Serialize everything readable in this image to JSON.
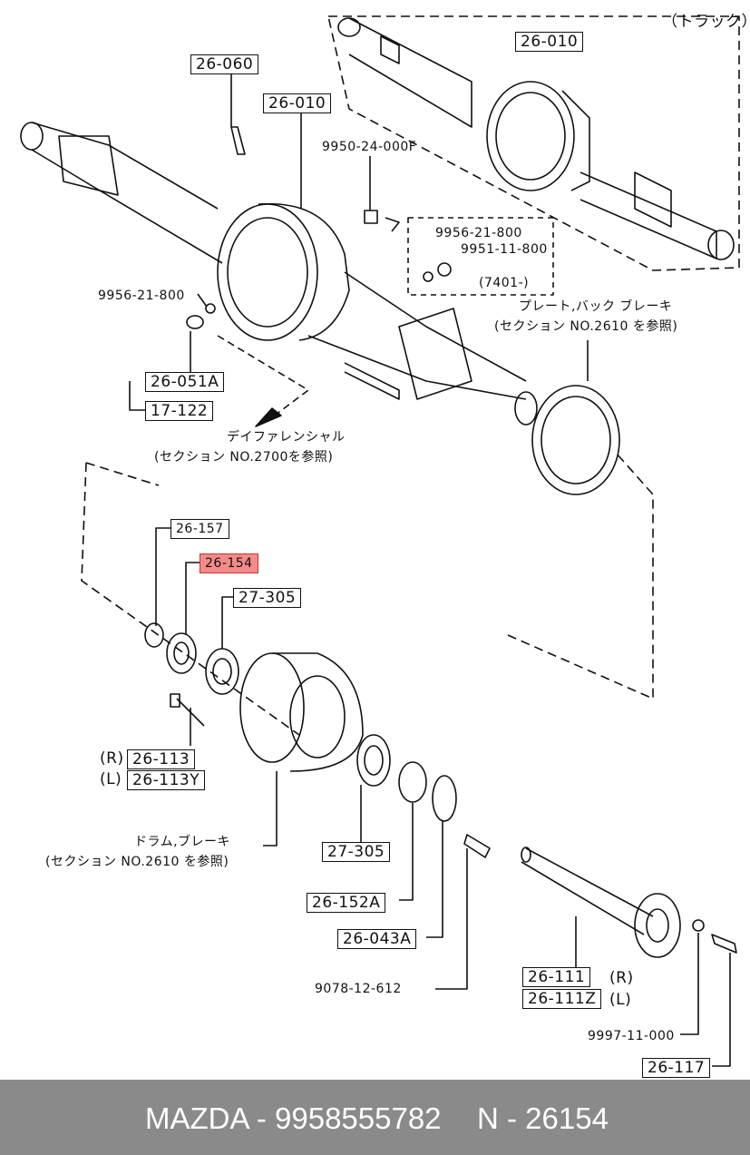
{
  "labels": {
    "truck_note": "（トラック）",
    "p26_010_top": "26-010",
    "p26_060": "26-060",
    "p26_010": "26-010",
    "p9950": "9950-24-000F",
    "p9956_a": "9956-21-800",
    "p9951": "9951-11-800",
    "p7401": "(7401-)",
    "p9956_b": "9956-21-800",
    "plate_note1": "プレート,バック ブレーキ",
    "plate_note2": "(セクション NO.2610 を参照)",
    "p26_051a": "26-051A",
    "p17_122": "17-122",
    "diff_note1": "デイファレンシャル",
    "diff_note2": "(セクション NO.2700を参照)",
    "p26_157": "26-157",
    "p26_154": "26-154",
    "p27_305_a": "27-305",
    "r_mark": "(R)",
    "l_mark": "(L)",
    "p26_113": "26-113",
    "p26_113y": "26-113Y",
    "drum_note1": "ドラム,ブレーキ",
    "drum_note2": "(セクション NO.2610 を参照)",
    "p27_305_b": "27-305",
    "p26_152a": "26-152A",
    "p26_043a": "26-043A",
    "p9078": "9078-12-612",
    "p26_111": "26-111",
    "p26_111z": "26-111Z",
    "r_mark2": "(R)",
    "l_mark2": "(L)",
    "p9997": "9997-11-000",
    "p26_117": "26-117"
  },
  "footer": {
    "brand_part": "MAZDA - 9958555782",
    "ref": "N - 26154"
  },
  "colors": {
    "highlight": "#f48a8a",
    "footer_bg": "#8a8a8a"
  }
}
